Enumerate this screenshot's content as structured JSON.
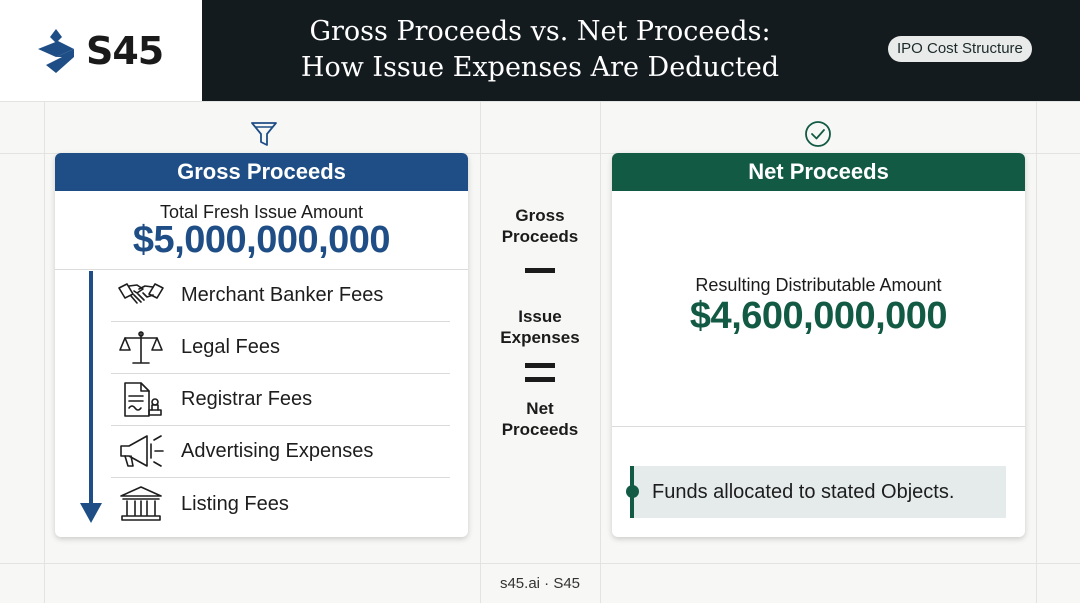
{
  "brand": {
    "logo_text": "S45"
  },
  "header": {
    "title_line1": "Gross Proceeds vs. Net Proceeds:",
    "title_line2": "How Issue Expenses Are Deducted",
    "tag": "IPO Cost Structure"
  },
  "gross_card": {
    "title": "Gross Proceeds",
    "total_label": "Total Fresh Issue Amount",
    "total_value": "$5,000,000,000",
    "expenses": [
      {
        "label": "Merchant Banker Fees",
        "icon": "handshake-icon"
      },
      {
        "label": "Legal Fees",
        "icon": "scales-icon"
      },
      {
        "label": "Registrar Fees",
        "icon": "document-stamp-icon"
      },
      {
        "label": "Advertising Expenses",
        "icon": "megaphone-icon"
      },
      {
        "label": "Listing Fees",
        "icon": "institution-icon"
      }
    ]
  },
  "equation": {
    "term1": [
      "Gross",
      "Proceeds"
    ],
    "term2": [
      "Issue",
      "Expenses"
    ],
    "result": [
      "Net",
      "Proceeds"
    ]
  },
  "net_card": {
    "title": "Net Proceeds",
    "result_label": "Resulting Distributable Amount",
    "result_value": "$4,600,000,000",
    "allocation_note": "Funds allocated to stated Objects."
  },
  "footer": {
    "text": "s45.ai · S45"
  },
  "colors": {
    "gross_blue": "#1f4e86",
    "net_green": "#135a45",
    "header_dark": "#141b1f"
  }
}
